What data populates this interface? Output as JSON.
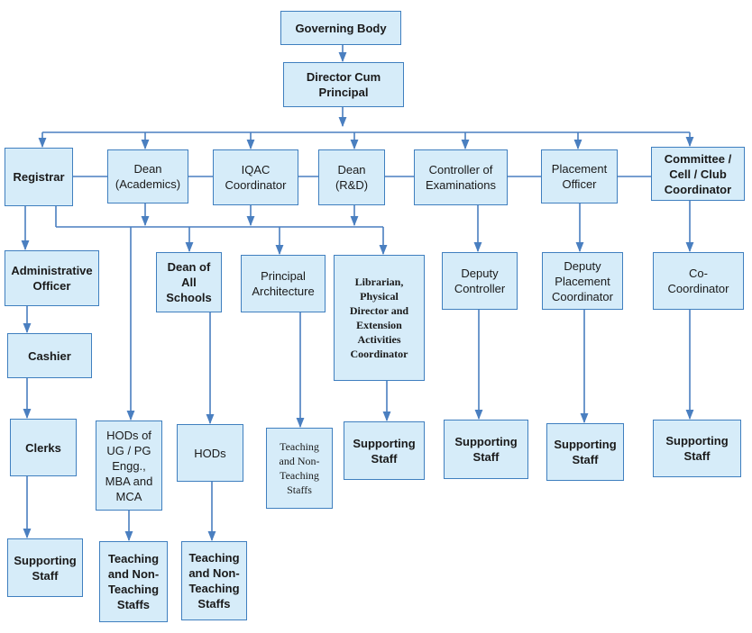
{
  "colors": {
    "box_fill": "#d6ecf9",
    "box_border": "#3f7fbf",
    "line": "#4a7fc0"
  },
  "nodes": {
    "governing_body": "Governing Body",
    "director": "Director Cum\nPrincipal",
    "registrar": "Registrar",
    "dean_academics": "Dean\n(Academics)",
    "iqac": "IQAC\nCoordinator",
    "dean_rd": "Dean\n(R&D)",
    "coe": "Controller of\nExaminations",
    "placement_officer": "Placement\nOfficer",
    "committee": "Committee /\nCell / Club\nCoordinator",
    "admin_officer": "Administrative\nOfficer",
    "dean_schools": "Dean of\nAll\nSchools",
    "principal_arch": "Principal\nArchitecture",
    "librarian": "Librarian,\nPhysical\nDirector and\nExtension\nActivities\nCoordinator",
    "deputy_controller": "Deputy\nController",
    "deputy_placement": "Deputy\nPlacement\nCoordinator",
    "co_coordinator": "Co-\nCoordinator",
    "cashier": "Cashier",
    "clerks": "Clerks",
    "hods_ug_pg": "HODs of\nUG / PG\nEngg.,\nMBA and\nMCA",
    "hods": "HODs",
    "arch_staff": "Teaching\nand Non-\nTeaching\nStaffs",
    "lib_support": "Supporting\nStaff",
    "coe_support": "Supporting\nStaff",
    "placement_support": "Supporting\nStaff",
    "committee_support": "Supporting\nStaff",
    "admin_support": "Supporting\nStaff",
    "hods_ug_staff": "Teaching\nand Non-\nTeaching\nStaffs",
    "hods_staff": "Teaching\nand Non-\nTeaching\nStaffs"
  }
}
